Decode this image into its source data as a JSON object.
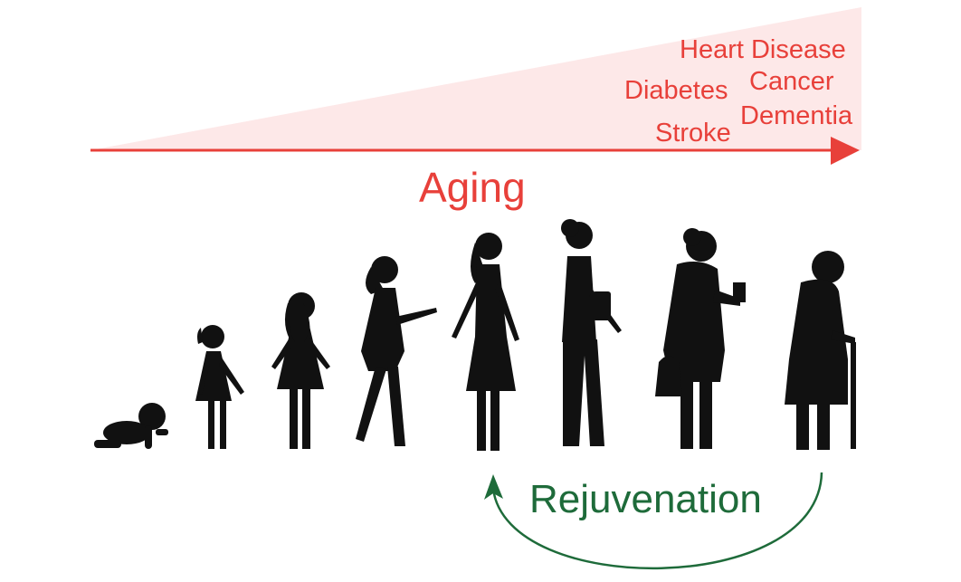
{
  "aging": {
    "label": "Aging",
    "diseases": [
      "Heart Disease",
      "Diabetes",
      "Cancer",
      "Dementia",
      "Stroke"
    ]
  },
  "rejuvenation": {
    "label": "Rejuvenation"
  },
  "life_stages": [
    "baby",
    "toddler",
    "child",
    "teen",
    "young-woman",
    "adult-woman",
    "older-woman",
    "elderly-woman"
  ],
  "colors": {
    "aging": "#e8403a",
    "wedge": "#fde8e8",
    "rejuvenation": "#1e6b3a",
    "silhouette": "#111111"
  }
}
